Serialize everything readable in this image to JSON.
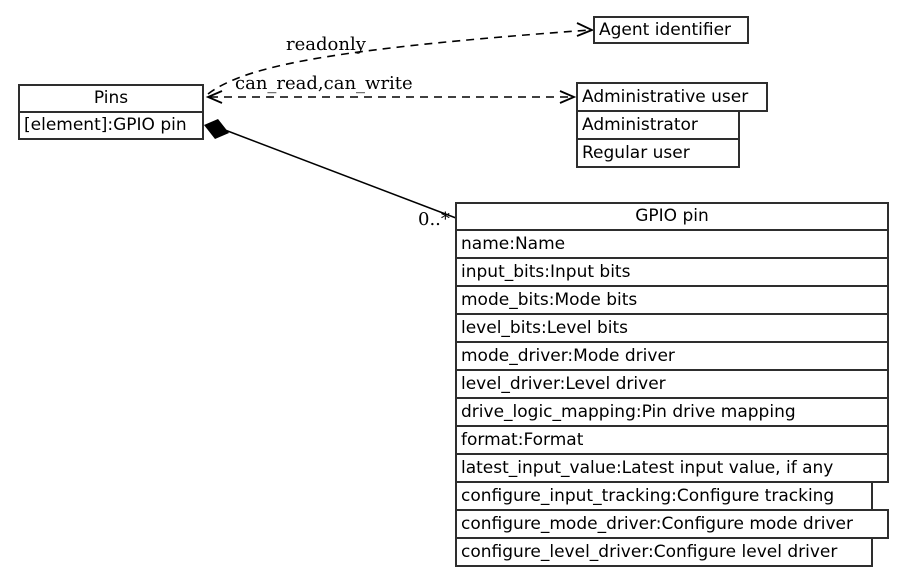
{
  "diagram": {
    "pins": {
      "title": "Pins",
      "attribute": "[element]:GPIO pin"
    },
    "agent": {
      "title": "Agent identifier"
    },
    "admin": {
      "title": "Administrative user",
      "rows": [
        "Administrator",
        "Regular user"
      ]
    },
    "gpio": {
      "title": "GPIO pin",
      "rows": [
        "name:Name",
        "input_bits:Input bits",
        "mode_bits:Mode bits",
        "level_bits:Level bits",
        "mode_driver:Mode driver",
        "level_driver:Level driver",
        "drive_logic_mapping:Pin drive mapping",
        "format:Format",
        "latest_input_value:Latest input value, if any",
        "configure_input_tracking:Configure tracking",
        "configure_mode_driver:Configure mode driver",
        "configure_level_driver:Configure level driver"
      ]
    },
    "edges": {
      "readonly_label": "readonly",
      "can_label": "can_read,can_write",
      "multiplicity": "0..*"
    },
    "colors": {
      "background": "#ffffff",
      "border": "#2e2e2e",
      "line": "#000000",
      "text": "#000000"
    }
  }
}
